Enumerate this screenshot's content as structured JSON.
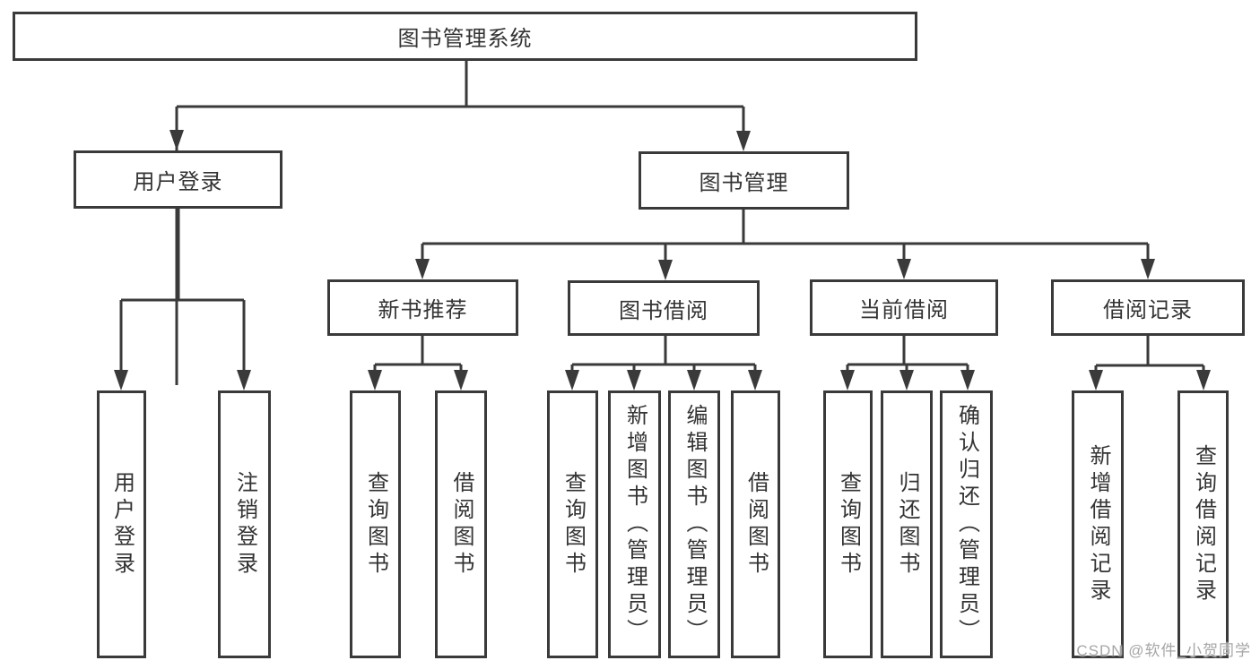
{
  "diagram": {
    "type": "tree",
    "title": "图书管理系统",
    "watermark": "CSDN @软件_小贺同学",
    "colors": {
      "line": "#3a3a3a",
      "box_border": "#3a3a3a",
      "text": "#333333",
      "background": "#ffffff",
      "watermark": "#a6a6a6"
    },
    "nodes": {
      "root": "图书管理系统",
      "userLogin": "用户登录",
      "bookManagement": "图书管理",
      "newBookRecommend": "新书推荐",
      "bookBorrow": "图书借阅",
      "currentBorrow": "当前借阅",
      "borrowRecords": "借阅记录",
      "leafUserLogin": "用户登录",
      "leafLogout": "注销登录",
      "leafQueryBooks1": "查询图书",
      "leafBorrowBooks1": "借阅图书",
      "leafQueryBooks2": "查询图书",
      "leafAddBookAdmin": "新增图书（管理员）",
      "leafEditBookAdmin": "编辑图书（管理员）",
      "leafBorrowBooks2": "借阅图书",
      "leafQueryBooks3": "查询图书",
      "leafReturnBooks": "归还图书",
      "leafConfirmReturnAdmin": "确认归还（管理员）",
      "leafAddBorrowRecord": "新增借阅记录",
      "leafQueryBorrowRecord": "查询借阅记录"
    },
    "hierarchy": {
      "图书管理系统": [
        "用户登录",
        "图书管理"
      ],
      "用户登录": [
        "用户登录",
        "注销登录"
      ],
      "图书管理": [
        "新书推荐",
        "图书借阅",
        "当前借阅",
        "借阅记录"
      ],
      "新书推荐": [
        "查询图书",
        "借阅图书"
      ],
      "图书借阅": [
        "查询图书",
        "新增图书（管理员）",
        "编辑图书（管理员）",
        "借阅图书"
      ],
      "当前借阅": [
        "查询图书",
        "归还图书",
        "确认归还（管理员）"
      ],
      "借阅记录": [
        "新增借阅记录",
        "查询借阅记录"
      ]
    }
  }
}
